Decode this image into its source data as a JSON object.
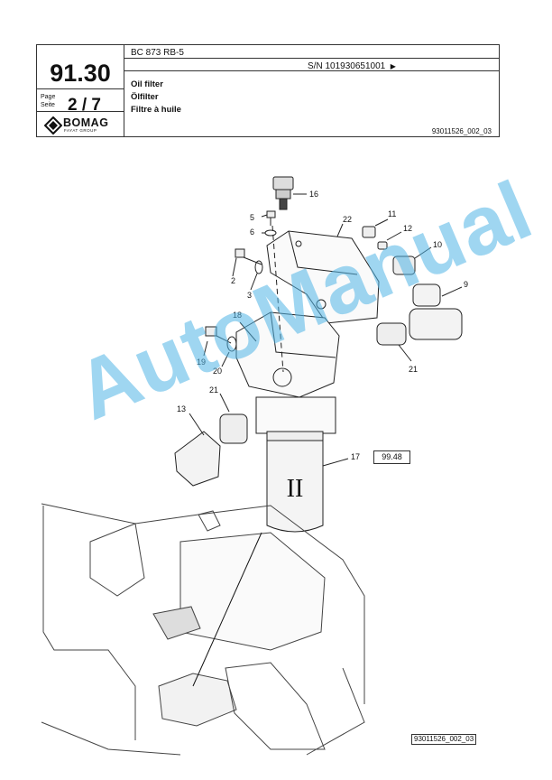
{
  "header": {
    "model": "BC 873 RB-5",
    "serial": "S/N 101930651001",
    "serial_arrow": "▶",
    "group_number": "91.30",
    "page_label_1": "Page",
    "page_label_2": "Seite",
    "page_number": "2 / 7",
    "title_en": "Oil filter",
    "title_de": "Ölfilter",
    "title_fr": "Filtre à huile",
    "doc_ref": "93011526_002_03",
    "brand": "BOMAG",
    "brand_sub": "FAYAT GROUP"
  },
  "callouts": {
    "c16": "16",
    "c5": "5",
    "c6": "6",
    "c22": "22",
    "c11": "11",
    "c12": "12",
    "c10": "10",
    "c2": "2",
    "c3": "3",
    "c9": "9",
    "c18": "18",
    "c19": "19",
    "c20": "20",
    "c21a": "21",
    "c21b": "21",
    "c13": "13",
    "c17": "17"
  },
  "filter_marking": "II",
  "ref_box": "99.48",
  "footer_ref": "93011526_002_03",
  "watermark": "AutoManual",
  "colors": {
    "line": "#222222",
    "watermark": "#50b4e6"
  }
}
